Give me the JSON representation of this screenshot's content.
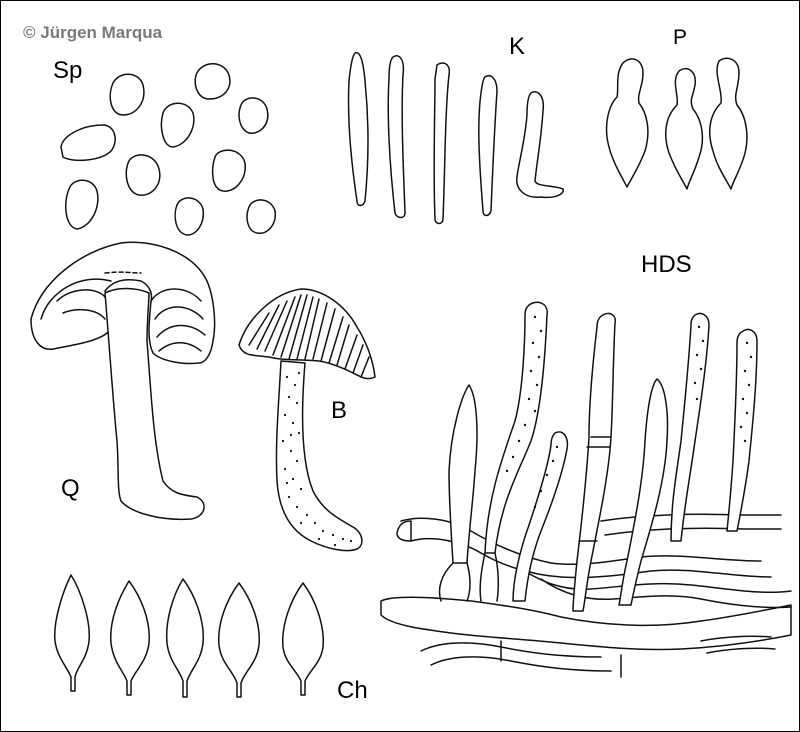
{
  "copyright": "© Jürgen Marqua",
  "labels": {
    "spores": "Sp",
    "cheilocystidia": "K",
    "pleurocystidia": "P",
    "pileipellis": "HDS",
    "section": "Q",
    "fruitbody": "B",
    "caulocystidia": "Ch"
  },
  "colors": {
    "ink": "#111111",
    "background": "#ffffff",
    "copyright_text": "#7a7a7a"
  }
}
